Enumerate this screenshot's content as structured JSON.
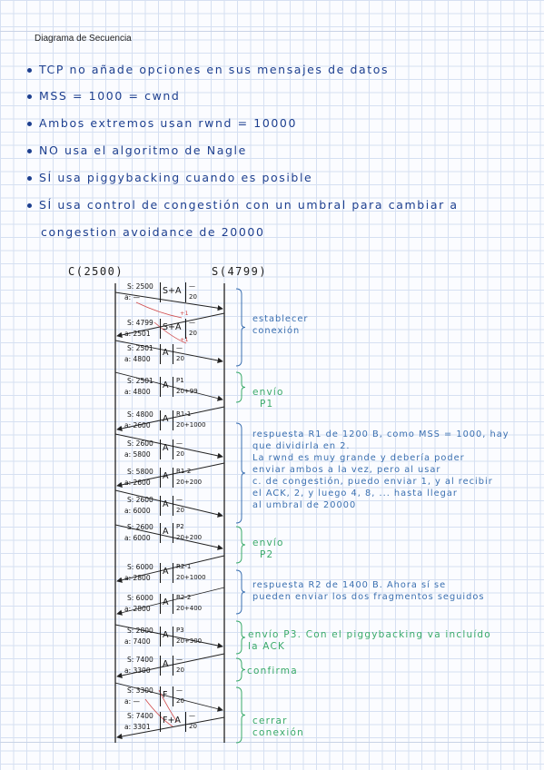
{
  "header": {
    "title": "Diagrama de Secuencia"
  },
  "bullets": [
    "TCP no añade opciones en sus mensajes de datos",
    "MSS = 1000 = cwnd",
    "Ambos extremos usan rwnd = 10000",
    "NO usa el algoritmo de Nagle",
    "SÍ usa piggybacking cuando es posible",
    "SÍ usa control de congestión con un umbral para cambiar a",
    "congestion avoidance de 20000"
  ],
  "diagram": {
    "client_label": "C(2500)",
    "server_label": "S(4799)",
    "messages": [
      {
        "s": "S: 2500",
        "a": "a: —",
        "flag": "S+A",
        "d1": "—",
        "d2": "20"
      },
      {
        "s": "S: 4799",
        "a": "a: 2501",
        "flag": "S+A",
        "d1": "—",
        "d2": "20"
      },
      {
        "s": "S: 2501",
        "a": "a: 4800",
        "flag": "A",
        "d1": "—",
        "d2": "20"
      },
      {
        "s": "S: 2501",
        "a": "a: 4800",
        "flag": "A",
        "d1": "P1",
        "d2": "20+99"
      },
      {
        "s": "S: 4800",
        "a": "a: 2600",
        "flag": "A",
        "d1": "R1-1",
        "d2": "20+1000"
      },
      {
        "s": "S: 2600",
        "a": "a: 5800",
        "flag": "A",
        "d1": "—",
        "d2": "20"
      },
      {
        "s": "S: 5800",
        "a": "a: 2600",
        "flag": "A",
        "d1": "R1-2",
        "d2": "20+200"
      },
      {
        "s": "S: 2600",
        "a": "a: 6000",
        "flag": "A",
        "d1": "—",
        "d2": "20"
      },
      {
        "s": "S: 2600",
        "a": "a: 6000",
        "flag": "A",
        "d1": "P2",
        "d2": "20+200"
      },
      {
        "s": "S: 6000",
        "a": "a: 2800",
        "flag": "A",
        "d1": "R2-1",
        "d2": "20+1000"
      },
      {
        "s": "S: 6000",
        "a": "a: 2800",
        "flag": "A",
        "d1": "R2-2",
        "d2": "20+400"
      },
      {
        "s": "S: 2800",
        "a": "a: 7400",
        "flag": "A",
        "d1": "P3",
        "d2": "20+300"
      },
      {
        "s": "S: 7400",
        "a": "a: 3300",
        "flag": "A",
        "d1": "—",
        "d2": "20"
      },
      {
        "s": "S: 3300",
        "a": "a: —",
        "flag": "F",
        "d1": "—",
        "d2": "20"
      },
      {
        "s": "S: 7400",
        "a": "a: 3301",
        "flag": "F+A",
        "d1": "—",
        "d2": "20"
      }
    ],
    "plus_one_marks": [
      "+1",
      "+1"
    ],
    "notes": [
      {
        "lines": [
          "establecer",
          "conexión"
        ],
        "color": "blue"
      },
      {
        "lines": [
          "envío",
          "P1"
        ],
        "color": "green"
      },
      {
        "lines": [
          "respuesta R1 de 1200 B, como MSS = 1000, hay",
          "que dividirla en 2.",
          "La rwnd es muy grande y debería poder",
          "enviar ambos a la vez, pero al usar",
          "c. de congestión, puedo enviar 1, y al recibir",
          "el ACK, 2, y luego 4, 8, ... hasta llegar",
          "al umbral de 20000"
        ],
        "color": "blue"
      },
      {
        "lines": [
          "envío",
          "P2"
        ],
        "color": "green"
      },
      {
        "lines": [
          "respuesta R2 de 1400 B. Ahora sí se",
          "pueden enviar los dos fragmentos seguidos"
        ],
        "color": "blue"
      },
      {
        "lines": [
          "envío P3. Con el piggybacking va incluído",
          "la ACK"
        ],
        "color": "green"
      },
      {
        "lines": [
          "confirma"
        ],
        "color": "green"
      },
      {
        "lines": [
          "cerrar",
          "conexión"
        ],
        "color": "green"
      }
    ]
  },
  "colors": {
    "ink": "#1d3f8f",
    "green": "#3aaa6a",
    "blue": "#3a6fb0",
    "accent_red": "#d04a4a"
  }
}
